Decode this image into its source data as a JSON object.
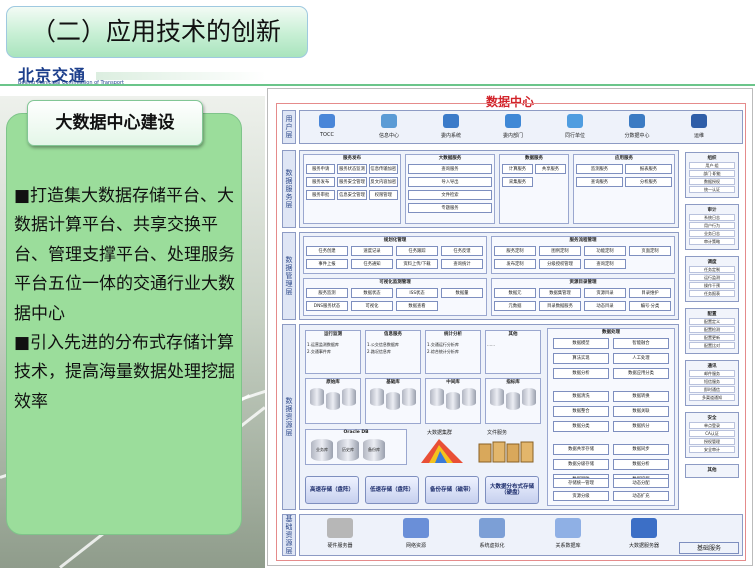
{
  "slide_title": "（二）应用技术的创新",
  "logo": {
    "name": "北京交通",
    "tagline": "Beijing Municipal Commission of Transport"
  },
  "section_title": "大数据中心建设",
  "bullets": [
    "■打造集大数据存储平台、大数据计算平台、共享交换平台、管理支撑平台、处理服务平台五位一体的交通行业大数据中心",
    "■引入先进的分布式存储计算技术，提高海量数据处理挖掘效率"
  ],
  "colors": {
    "panel_green": "#9bdd9b",
    "diagram_title_red": "#d2232a",
    "lane_blue": "#2f4a8a"
  },
  "diagram": {
    "title": "数据中心",
    "lanes": [
      "用户层",
      "数据服务层",
      "数据管理层",
      "数据资源层",
      "基础资源层"
    ],
    "users": [
      "TOCC",
      "信息中心",
      "委内系统",
      "委内部门",
      "同行单位",
      "分数据中心",
      "运维"
    ],
    "service_groups": [
      {
        "title": "服务发布",
        "items": [
          "服务申请",
          "服务状态监测",
          "信息传输加密",
          "服务发布",
          "服务安全管理",
          "反文内容加密",
          "服务审批",
          "信息安全管理",
          "权限管理"
        ]
      },
      {
        "title": "大数据服务",
        "items": [
          "查询服务",
          "导入导出",
          "文件检索",
          "专题服务"
        ]
      },
      {
        "title": "数据服务",
        "items": [
          "计算服务",
          "共享服务",
          "采集服务"
        ]
      },
      {
        "title": "应用服务",
        "items": [
          "监测服务",
          "报表服务",
          "查询服务",
          "分析服务"
        ]
      }
    ],
    "mgmt_groups": [
      {
        "title": "规划化管理",
        "items": [
          "任务创建",
          "速度记录",
          "任务跟踪",
          "任务反馈",
          "事件上报",
          "任务通知",
          "资料上传/下载",
          "查询统计"
        ]
      },
      {
        "title": "服务流程管理",
        "items": [
          "服务定制",
          "图例定制",
          "功能定制",
          "页面定制",
          "发布定制",
          "分级授权管理",
          "查询定制"
        ]
      },
      {
        "title": "可视化监测管理",
        "items": [
          "服务监测",
          "数据状态",
          "ISS状态",
          "数据量",
          "DNS服务状态",
          "可视化",
          "数据查看"
        ]
      },
      {
        "title": "资源目录管理",
        "items": [
          "数据元",
          "数据集管理",
          "资源目录",
          "目录维护",
          "元数据",
          "目录数据服务",
          "动态目录",
          "编号·分类"
        ]
      }
    ],
    "db_groups": [
      "运行监测",
      "信息服务",
      "统计分析",
      "其他"
    ],
    "db_items": [
      [
        "1.运营监测数据库",
        "2.交通事件库"
      ],
      [
        "1.公交信息数据库",
        "2.路况信息库"
      ],
      [
        "1.交通运行分析库",
        "2.综合统计分析库"
      ],
      [
        "……"
      ]
    ],
    "stores": [
      "原始库",
      "基础库",
      "中间库",
      "指标库"
    ],
    "engine": {
      "oracle": "Oracle DB",
      "dbs": [
        "业务库",
        "历史库",
        "备份库"
      ],
      "big": "大数据集群",
      "files": "文件服务"
    },
    "storage": [
      "高速存储（盘阵）",
      "低速存储（盘阵）",
      "备份存储（磁带）",
      "大数据分布式存储（硬盘）"
    ],
    "processing_title": "数据处理",
    "processing": [
      "数据模型",
      "智能融合",
      "算法实现",
      "人工处理",
      "数据分析",
      "数据应用分类",
      "数据清洗",
      "数据转换",
      "数据整合",
      "数据关联",
      "数据分类",
      "数据拆分",
      "数据共享存储",
      "数据同步",
      "数据分级存储",
      "数据分析",
      "数据脱敏",
      "数据挖掘"
    ],
    "ops": [
      "存储统一管理",
      "动态分配",
      "资源分级",
      "动态扩充"
    ],
    "right_groups": [
      {
        "title": "组织",
        "items": [
          "用户·组",
          "部门·职能",
          "数据授权",
          "统一认证"
        ]
      },
      {
        "title": "审计",
        "items": [
          "系统日志",
          "用户行为",
          "业务日志",
          "审计策略"
        ]
      },
      {
        "title": "调度",
        "items": [
          "任务定制",
          "运行监测",
          "操作干预",
          "任务报表"
        ]
      },
      {
        "title": "配置",
        "items": [
          "配置定义",
          "配置检测",
          "配置更新",
          "配置比对"
        ]
      },
      {
        "title": "通讯",
        "items": [
          "邮件服务",
          "短信服务",
          "即时通信",
          "多渠道通知"
        ]
      },
      {
        "title": "安全",
        "items": [
          "单点登录",
          "CA认证",
          "授权管理",
          "安全审计"
        ]
      },
      {
        "title": "其他",
        "items": []
      }
    ],
    "infra": [
      "硬件服务器",
      "网络资源",
      "系统虚拟化",
      "关系数据库",
      "大数据服务器"
    ],
    "infra_label": "基础服务"
  }
}
